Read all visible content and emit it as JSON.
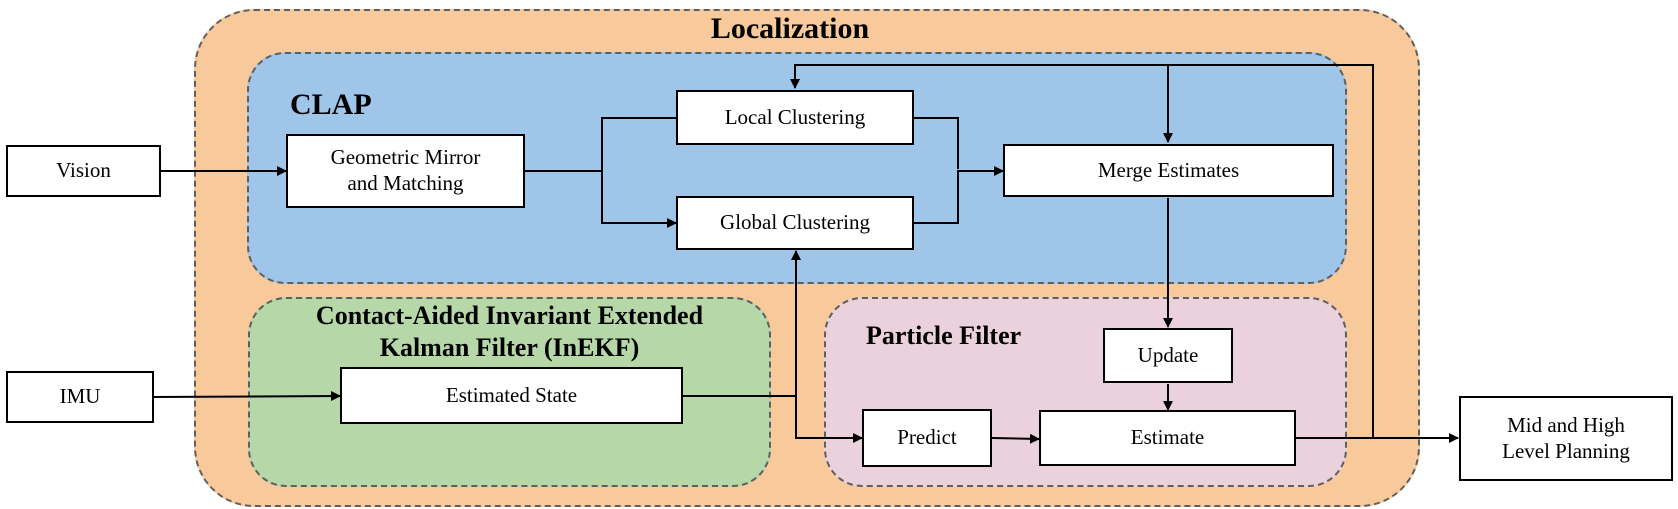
{
  "regions": {
    "localization": {
      "title": "Localization",
      "color": "#f8c99a"
    },
    "clap": {
      "title": "CLAP",
      "color": "#9fc5e8"
    },
    "inekf": {
      "title": "Contact-Aided Invariant Extended\nKalman Filter (InEKF)",
      "color": "#b6d7a8"
    },
    "particle_filter": {
      "title": "Particle Filter",
      "color": "#ead1dc"
    }
  },
  "boxes": {
    "vision": "Vision",
    "imu": "IMU",
    "geometric": "Geometric Mirror\nand Matching",
    "local_clustering": "Local Clustering",
    "global_clustering": "Global Clustering",
    "merge_estimates": "Merge Estimates",
    "estimated_state": "Estimated State",
    "update": "Update",
    "predict": "Predict",
    "estimate": "Estimate",
    "planning": "Mid and High\nLevel Planning"
  }
}
